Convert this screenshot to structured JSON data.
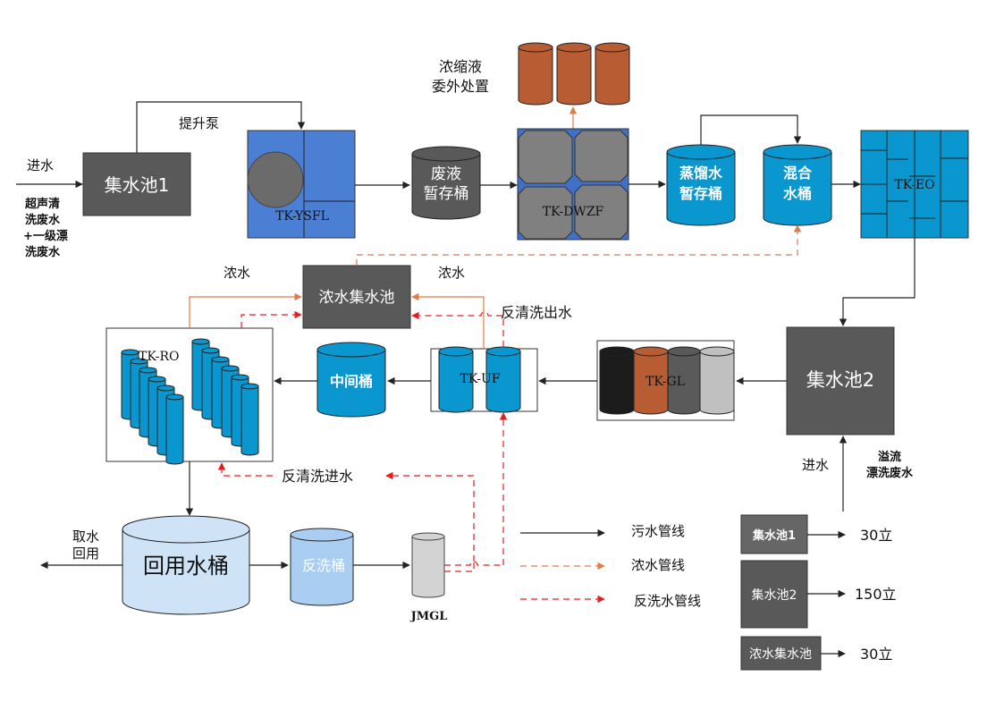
{
  "diagram": {
    "inlet": {
      "label": "进水",
      "desc_lines": [
        "超声清",
        "洗废水",
        "+一级漂",
        "洗废水"
      ]
    },
    "pool1": {
      "label": "集水池1"
    },
    "lift_pump": {
      "label": "提升泵"
    },
    "tk_ysfl": {
      "label": "TK-YSFL"
    },
    "waste_tank": {
      "lines": [
        "废液",
        "暂存桶"
      ]
    },
    "tk_dwzf": {
      "label": "TK-DWZF"
    },
    "concentrate_disposal": {
      "lines": [
        "浓缩液",
        "委外处置"
      ]
    },
    "distilled_tank": {
      "lines": [
        "蒸馏水",
        "暂存桶"
      ]
    },
    "mix_tank": {
      "lines": [
        "混合",
        "水桶"
      ]
    },
    "tk_eo": {
      "label": "TK-EO"
    },
    "pool2": {
      "label": "集水池2"
    },
    "pool2_inlet": {
      "label": "进水",
      "desc_lines": [
        "溢流",
        "漂洗废水"
      ]
    },
    "tk_gl": {
      "label": "TK-GL"
    },
    "tk_uf": {
      "label": "TK-UF"
    },
    "middle_tank": {
      "label": "中间桶"
    },
    "tk_ro": {
      "label": "TK-RO"
    },
    "conc_pool": {
      "label": "浓水集水池"
    },
    "conc_left_label": "浓水",
    "conc_right_label": "浓水",
    "backwash_out_label": "反清洗出水",
    "backwash_in_label": "反清洗进水",
    "reuse_tank": {
      "label": "回用水桶"
    },
    "reuse_out": {
      "lines": [
        "取水",
        "回用"
      ]
    },
    "backwash_tank": {
      "label": "反洗桶"
    },
    "jmgl": {
      "label": "JMGL"
    },
    "legend": [
      {
        "label": "污水管线",
        "style": "solid",
        "color": "#222222"
      },
      {
        "label": "浓水管线",
        "style": "dashed",
        "color": "#e07b4a"
      },
      {
        "label": "反洗水管线",
        "style": "dashed",
        "color": "#e81d1d"
      }
    ],
    "capacities": [
      {
        "name": "集水池1",
        "value": "30立"
      },
      {
        "name": "集水池2",
        "value": "150立"
      },
      {
        "name": "浓水集水池",
        "value": "30立"
      }
    ],
    "colors": {
      "pool_gray": "#595959",
      "blue_unit": "#4a7fd4",
      "tank_blue": "#0a96cf",
      "rust": "#b85c34",
      "light_blue": "#cfe3f6",
      "backwash_blue": "#a9cef2",
      "orange_line": "#e07b4a",
      "red_line": "#e81d1d"
    }
  }
}
